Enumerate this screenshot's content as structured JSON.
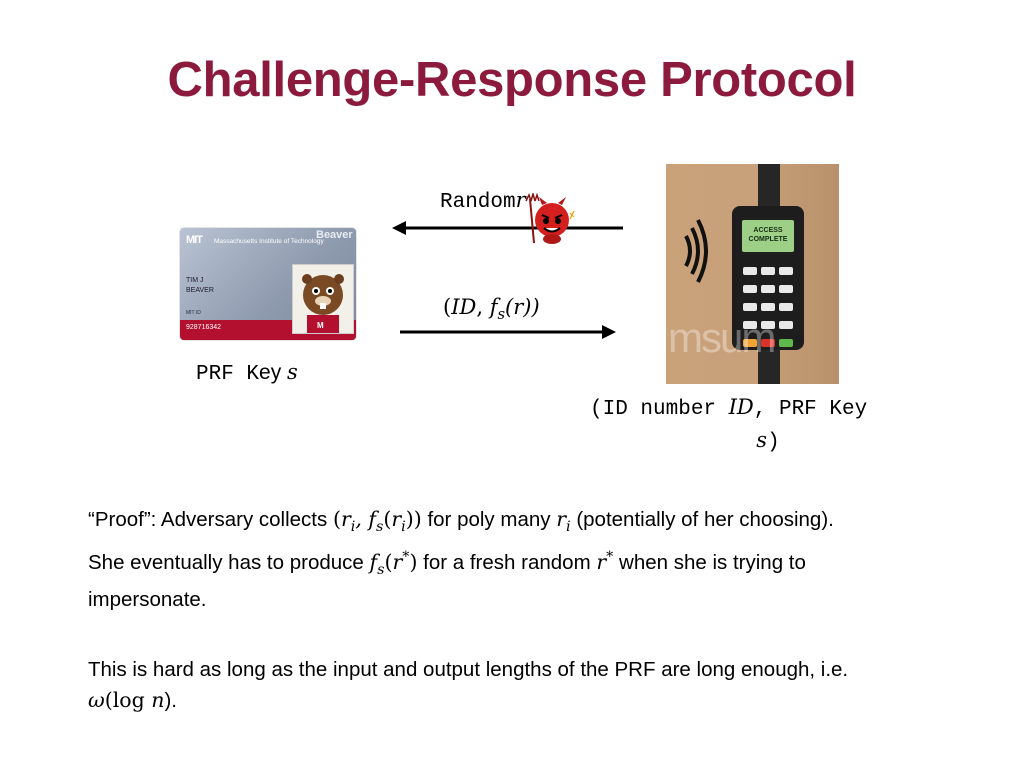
{
  "slide": {
    "title": "Challenge-Response Protocol"
  },
  "diagram": {
    "challenge_label": "Random",
    "challenge_var": "r",
    "response_open": "(",
    "response_id": "ID",
    "response_comma": ", ",
    "response_f": "f",
    "response_sub": "s",
    "response_arg": "(r))",
    "card_key_prefix": "PRF K",
    "card_key_suffix": "ey",
    "card_key_var": "s",
    "reader_line1_open": "(ID number ",
    "reader_line1_id": "ID",
    "reader_line1_mid": ", PRF Key",
    "reader_line2_var": "s",
    "reader_line2_close": ")"
  },
  "card": {
    "logo": "MIT",
    "institution": "Massachusetts Institute of Technology",
    "banner": "Beaver",
    "name_line1": "TIM J",
    "name_line2": "BEAVER",
    "id_label": "MIT ID",
    "id_number": "928716342"
  },
  "reader": {
    "screen_line1": "ACCESS",
    "screen_line2": "COMPLETE",
    "watermark": "msum"
  },
  "text": {
    "p1_a": "“Proof”: Adversary collects ",
    "p1_b": " for poly many ",
    "p1_c": " (potentially of her choosing).",
    "p1_d": "She eventually has to produce ",
    "p1_e": " for a fresh random ",
    "p1_f": " when she is trying to",
    "p1_g": "impersonate.",
    "p2_a": "This is hard as long as the input and output lengths of the PRF are long enough, i.e.",
    "p2_omega": "ω",
    "p2_log": "(log ",
    "p2_n": "n",
    "p2_end": ")."
  },
  "colors": {
    "title": "#8b1a3c",
    "devil": "#d3201f"
  }
}
